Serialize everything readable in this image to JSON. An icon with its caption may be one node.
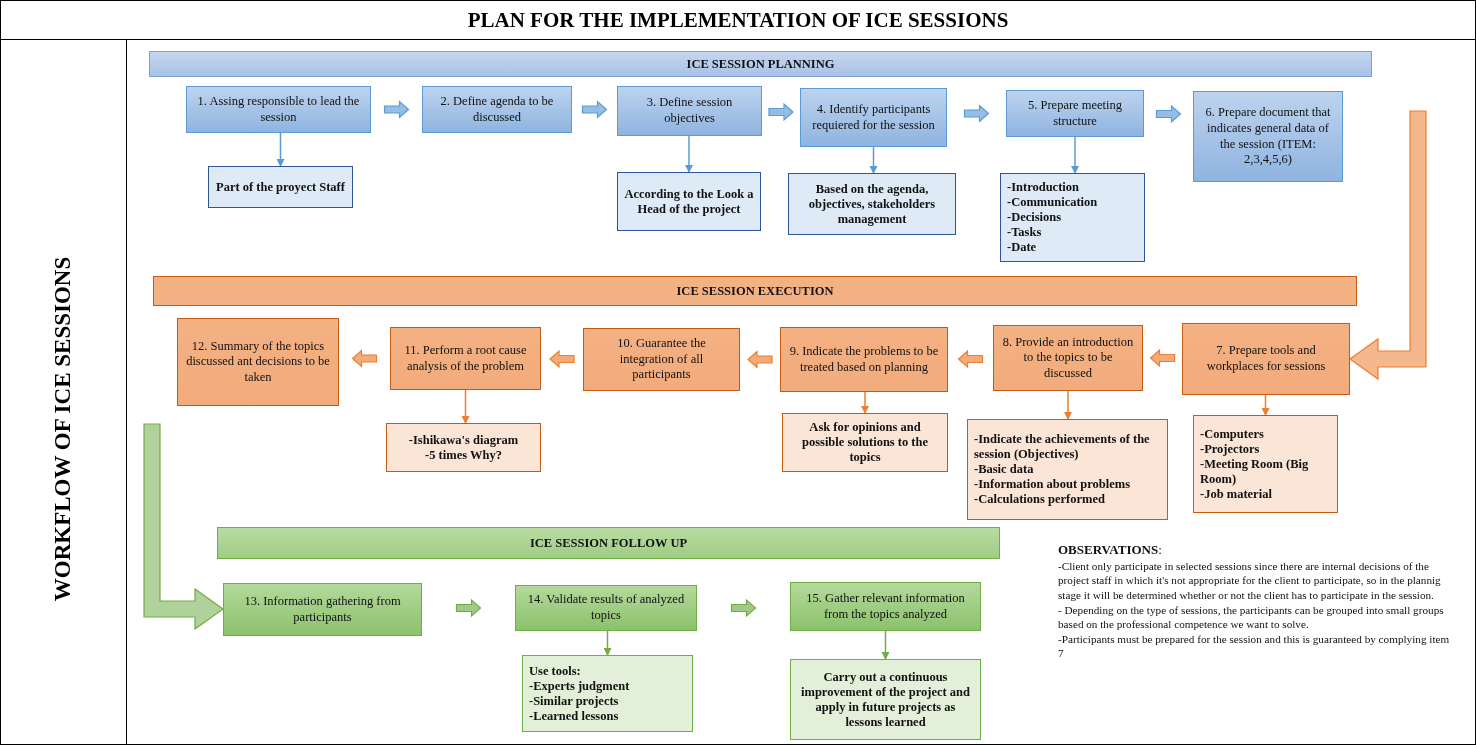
{
  "diagram": {
    "title": "PLAN FOR THE IMPLEMENTATION OF ICE SESSIONS",
    "nodes": [
      {
        "text": [
          "ICE SESSION PLANNING"
        ]
      },
      {
        "text": [
          "1. Assing responsible to lead the session"
        ]
      },
      {
        "text": [
          "2. Define agenda to be discussed"
        ]
      },
      {
        "text": [
          "3. Define session objectives"
        ]
      },
      {
        "text": [
          "4. Identify participants requiered for the session"
        ]
      },
      {
        "text": [
          "5. Prepare meeting structure"
        ]
      },
      {
        "text": [
          "6. Prepare document that indicates general data of the session (ITEM: 2,3,4,5,6)"
        ]
      },
      {
        "text": [
          "Part of the proyect Staff"
        ]
      },
      {
        "text": [
          "According to the Look a Head of the project"
        ]
      },
      {
        "text": [
          "Based on the agenda, objectives, stakeholders management"
        ]
      },
      {
        "text": [
          "-Introduction",
          "-Communication",
          "-Decisions",
          "-Tasks",
          "-Date"
        ]
      },
      {
        "text": [
          "ICE SESSION EXECUTION"
        ]
      },
      {
        "text": [
          "12. Summary of the topics discussed ant decisions to be taken"
        ]
      },
      {
        "text": [
          "11. Perform a root cause analysis of the problem"
        ]
      },
      {
        "text": [
          "10. Guarantee the integration of all participants"
        ]
      },
      {
        "text": [
          "9. Indicate the problems to be treated based on planning"
        ]
      },
      {
        "text": [
          "8. Provide an introduction to the topics to be discussed"
        ]
      },
      {
        "text": [
          "7. Prepare tools and workplaces for sessions"
        ]
      },
      {
        "text": [
          "-Ishikawa's diagram",
          "-5 times Why?"
        ]
      },
      {
        "text": [
          "Ask for opinions and possible solutions to the topics"
        ]
      },
      {
        "text": [
          "-Indicate the achievements of the session (Objectives)",
          "-Basic data",
          "-Information about problems",
          "-Calculations performed"
        ]
      },
      {
        "text": [
          "-Computers",
          "-Projectors",
          "-Meeting Room (Big Room)",
          "-Job material"
        ]
      },
      {
        "text": [
          "ICE SESSION FOLLOW UP"
        ]
      },
      {
        "text": [
          "13. Information gathering from participants"
        ]
      },
      {
        "text": [
          "14. Validate results of analyzed topics"
        ]
      },
      {
        "text": [
          "15. Gather relevant information from the topics analyzed"
        ]
      },
      {
        "text": [
          "Use tools:",
          "-Experts judgment",
          "-Similar projects",
          "-Learned lessons"
        ]
      },
      {
        "text": [
          "Carry out a continuous improvement of the project and apply in future projects as lessons learned"
        ]
      }
    ],
    "edges": [
      {
        "from": 1,
        "to": 2,
        "arrow": "to",
        "style": "thick",
        "color": "#5b9bd5"
      },
      {
        "from": 2,
        "to": 3,
        "arrow": "to",
        "style": "thick",
        "color": "#5b9bd5"
      },
      {
        "from": 3,
        "to": 4,
        "arrow": "to",
        "style": "thick",
        "color": "#5b9bd5"
      },
      {
        "from": 4,
        "to": 5,
        "arrow": "to",
        "style": "thick",
        "color": "#5b9bd5"
      },
      {
        "from": 5,
        "to": 6,
        "arrow": "to",
        "style": "thick",
        "color": "#5b9bd5"
      },
      {
        "from": 1,
        "to": 7,
        "arrow": "to",
        "color": "#5b9bd5"
      },
      {
        "from": 3,
        "to": 8,
        "arrow": "to",
        "color": "#5b9bd5"
      },
      {
        "from": 4,
        "to": 9,
        "arrow": "to",
        "color": "#5b9bd5"
      },
      {
        "from": 5,
        "to": 10,
        "arrow": "to",
        "color": "#5b9bd5"
      },
      {
        "from": null,
        "to": 17,
        "arrow": "to",
        "style": "thick",
        "color": "#ed7d31"
      },
      {
        "from": 17,
        "to": 16,
        "arrow": "to",
        "style": "thick",
        "color": "#ed7d31"
      },
      {
        "from": 16,
        "to": 15,
        "arrow": "to",
        "style": "thick",
        "color": "#ed7d31"
      },
      {
        "from": 15,
        "to": 14,
        "arrow": "to",
        "style": "thick",
        "color": "#ed7d31"
      },
      {
        "from": 14,
        "to": 13,
        "arrow": "to",
        "style": "thick",
        "color": "#ed7d31"
      },
      {
        "from": 13,
        "to": 12,
        "arrow": "to",
        "style": "thick",
        "color": "#ed7d31"
      },
      {
        "from": 17,
        "to": 21,
        "arrow": "to",
        "color": "#ed7d31"
      },
      {
        "from": 16,
        "to": 20,
        "arrow": "to",
        "color": "#ed7d31"
      },
      {
        "from": 15,
        "to": 19,
        "arrow": "to",
        "color": "#ed7d31"
      },
      {
        "from": 13,
        "to": 18,
        "arrow": "to",
        "color": "#ed7d31"
      },
      {
        "from": null,
        "to": 23,
        "arrow": "to",
        "style": "thick",
        "color": "#70ad47"
      },
      {
        "from": 23,
        "to": 24,
        "arrow": "to",
        "style": "thick",
        "color": "#70ad47"
      },
      {
        "from": 24,
        "to": 25,
        "arrow": "to",
        "style": "thick",
        "color": "#70ad47"
      },
      {
        "from": 24,
        "to": 26,
        "arrow": "to",
        "color": "#70ad47"
      },
      {
        "from": 25,
        "to": 27,
        "arrow": "to",
        "color": "#70ad47"
      }
    ],
    "labels": [
      "WORKFLOW OF ICE SESSIONS",
      "**OBSERVATIONS**:",
      "-Client only participate in selected sessions since there are internal decisions of the project staff in which it's not appropriate for the client to participate, so in the plannig stage it will be determined whether or not the client has to participate in the session.",
      "- Depending on the type of sessions, the participants can be grouped into small groups based on the professional competence we want to solve.",
      "-Participants must be prepared for the session and this is guaranteed by complying item 7"
    ]
  }
}
